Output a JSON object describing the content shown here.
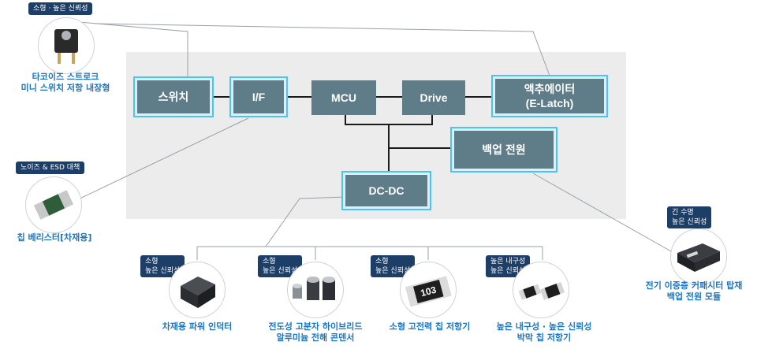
{
  "blocks": {
    "switch": "스위치",
    "if": "I/F",
    "mcu": "MCU",
    "drive": "Drive",
    "actuator": "액추에이터\n(E-Latch)",
    "backup": "백업 전원",
    "dcdc": "DC-DC"
  },
  "components": [
    {
      "badge": "소형 · 높은 신뢰성",
      "caption": "타코이즈 스트로크\n미니 스위치 저항 내장형",
      "icon": "tact-switch-icon"
    },
    {
      "badge": "노이즈 & ESD 대책",
      "caption": "칩 베리스터[차재용]",
      "icon": "chip-varistor-icon"
    },
    {
      "badge": "긴 수명\n높은 신뢰성",
      "caption": "전기 이중층 커패시터 탑재\n백업 전원 모듈",
      "icon": "capacitor-module-icon"
    },
    {
      "badge": "소형\n높은 신뢰성",
      "caption": "차재용 파워 인덕터",
      "icon": "power-inductor-icon"
    },
    {
      "badge": "소형\n높은 신뢰성",
      "caption": "전도성 고분자 하이브리드\n알루미늄 전해 콘덴서",
      "icon": "electrolytic-capacitor-icon"
    },
    {
      "badge": "소형\n높은 신뢰성",
      "caption": "소형 고전력 칩 저항기",
      "icon": "chip-resistor-icon"
    },
    {
      "badge": "높은 내구성\n높은 신뢰성",
      "caption": "높은 내구성 · 높은 신뢰성\n박막 칩 저항기",
      "icon": "thin-film-resistor-icon"
    }
  ],
  "resistor_marking": "103",
  "colors": {
    "block": "#5f7d89",
    "highlight": "#4fc3ef",
    "badge": "#1d3f67",
    "caption": "#1e75bf",
    "panel": "#ececec"
  }
}
